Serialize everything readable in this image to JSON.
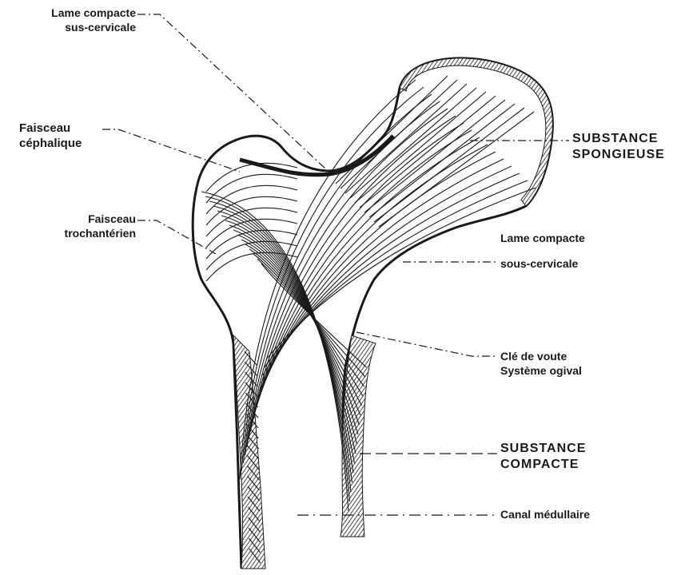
{
  "labels": {
    "lame_top_line1": "Lame compacte",
    "lame_top_line2": "sus-cervicale",
    "faisceau_ceph_line1": "Faisceau",
    "faisceau_ceph_line2": "céphalique",
    "faisceau_troch_line1": "Faisceau",
    "faisceau_troch_line2": "trochantérien",
    "spongieuse_line1": "SUBSTANCE",
    "spongieuse_line2": "SPONGIEUSE",
    "lame_right_line1": "Lame compacte",
    "lame_right_line2": "sous-cervicale",
    "cle_line1": "Clé de voute",
    "cle_line2": "Système ogival",
    "compacte_line1": "SUBSTANCE",
    "compacte_line2": "COMPACTE",
    "canal": "Canal médullaire"
  },
  "colors": {
    "ink": "#1a1a1a",
    "background": "#ffffff"
  }
}
